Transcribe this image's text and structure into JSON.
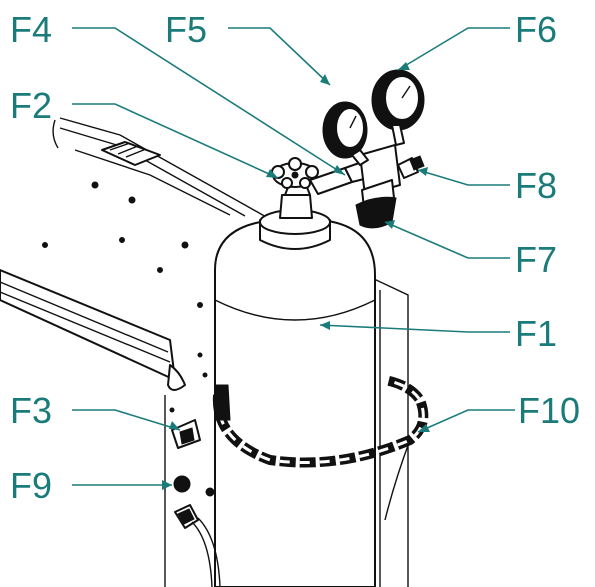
{
  "diagram": {
    "callouts": {
      "F1": "F1",
      "F2": "F2",
      "F3": "F3",
      "F4": "F4",
      "F5": "F5",
      "F6": "F6",
      "F7": "F7",
      "F8": "F8",
      "F9": "F9",
      "F10": "F10"
    },
    "colors": {
      "callout": "#1b7b7b",
      "line_art": "#111111",
      "background": "#ffffff"
    }
  }
}
